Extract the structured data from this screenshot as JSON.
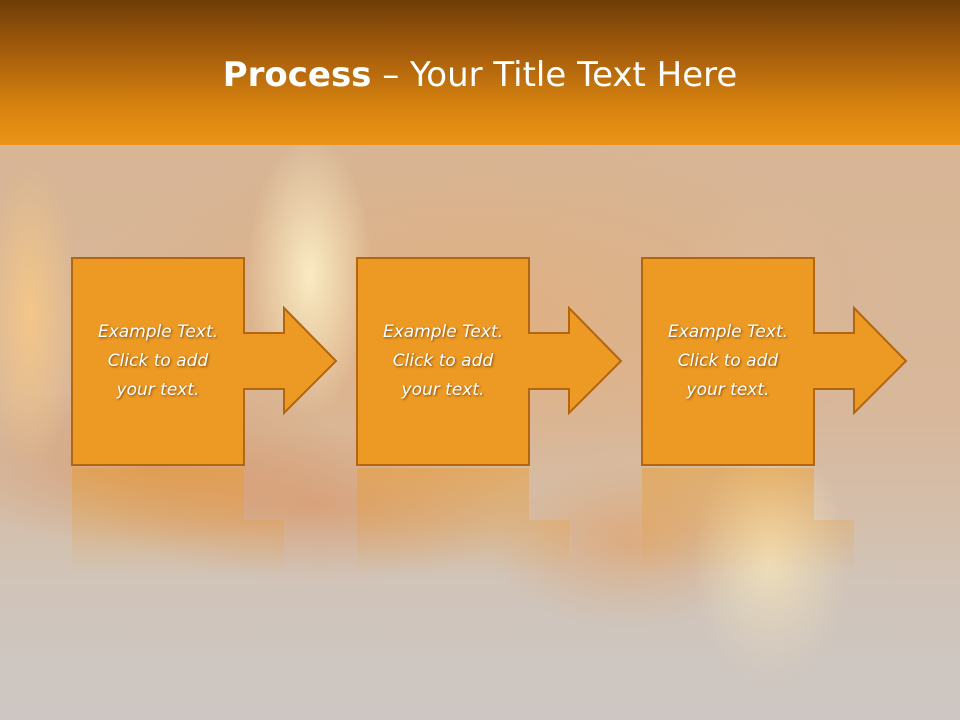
{
  "slide": {
    "title_bold": "Process",
    "title_rest": " – Your Title Text Here"
  },
  "steps": [
    {
      "text": "Example Text.\nClick  to add\nyour text."
    },
    {
      "text": "Example Text.\nClick  to add\nyour text."
    },
    {
      "text": "Example Text.\nClick  to add\nyour text."
    }
  ],
  "colors": {
    "box_fill": "#ec9a24",
    "box_border": "#b3650f",
    "header_top": "#6f3d07",
    "header_bottom": "#eb9418",
    "title_text": "#ffffff"
  }
}
